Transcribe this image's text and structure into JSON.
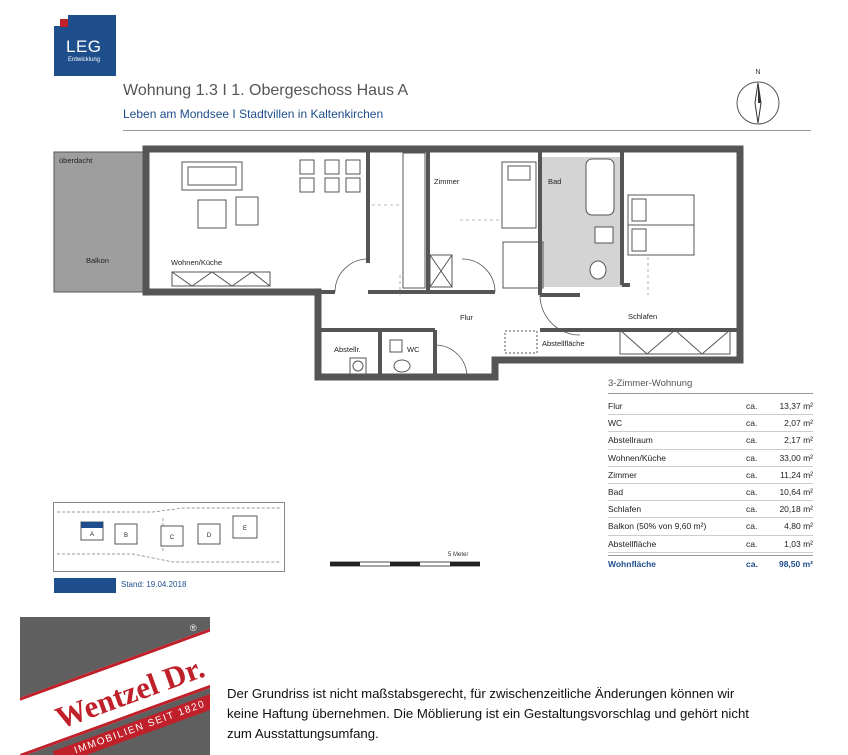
{
  "logo": {
    "mark": "LEG",
    "sub": "Entwicklung"
  },
  "header": {
    "title": "Wohnung 1.3 I 1. Obergeschoss Haus A",
    "subtitle": "Leben am Mondsee I Stadtvillen in Kaltenkirchen"
  },
  "compass": {
    "label": "N"
  },
  "plan": {
    "labels": {
      "ueberdacht": "überdacht",
      "balkon": "Balkon",
      "wohnen": "Wohnen/Küche",
      "zimmer": "Zimmer",
      "bad": "Bad",
      "schlafen": "Schlafen",
      "flur": "Flur",
      "abstellr": "Abstellr.",
      "wc": "WC",
      "abstellflaeche": "Abstellfläche"
    }
  },
  "areas": {
    "title": "3-Zimmer-Wohnung",
    "rows": [
      {
        "name": "Flur",
        "ca": "ca.",
        "value": "13,37 m²"
      },
      {
        "name": "WC",
        "ca": "ca.",
        "value": "2,07 m²"
      },
      {
        "name": "Abstellraum",
        "ca": "ca.",
        "value": "2,17 m²"
      },
      {
        "name": "Wohnen/Küche",
        "ca": "ca.",
        "value": "33,00 m²"
      },
      {
        "name": "Zimmer",
        "ca": "ca.",
        "value": "11,24 m²"
      },
      {
        "name": "Bad",
        "ca": "ca.",
        "value": "10,64 m²"
      },
      {
        "name": "Schlafen",
        "ca": "ca.",
        "value": "20,18 m²"
      },
      {
        "name": "Balkon (50% von 9,60 m²)",
        "ca": "ca.",
        "value": "4,80 m²"
      },
      {
        "name": "Abstellfläche",
        "ca": "ca.",
        "value": "1,03 m²"
      }
    ],
    "total": {
      "name": "Wohnfläche",
      "ca": "ca.",
      "value": "98,50 m²"
    }
  },
  "siteplan": {
    "houses": [
      "A",
      "B",
      "C",
      "D",
      "E"
    ]
  },
  "scale": {
    "label": "5 Meter"
  },
  "stand": "Stand: 19.04.2018",
  "wentzel": {
    "name": "Wentzel Dr.",
    "sub": "IMMOBILIEN SEIT 1820",
    "reg": "®"
  },
  "disclaimer": "Der Grundriss ist nicht maßstabsgerecht, für zwischenzeitliche Änderungen können wir keine Haftung übernehmen. Die Möblierung ist ein Gestaltungsvorschlag und gehört nicht zum Ausstattungsumfang.",
  "colors": {
    "brand_blue": "#1f4e8c",
    "brand_red": "#c0202a",
    "wall_gray": "#555555",
    "balcony_gray": "#9e9e9e",
    "bath_gray": "#d4d4d4"
  }
}
